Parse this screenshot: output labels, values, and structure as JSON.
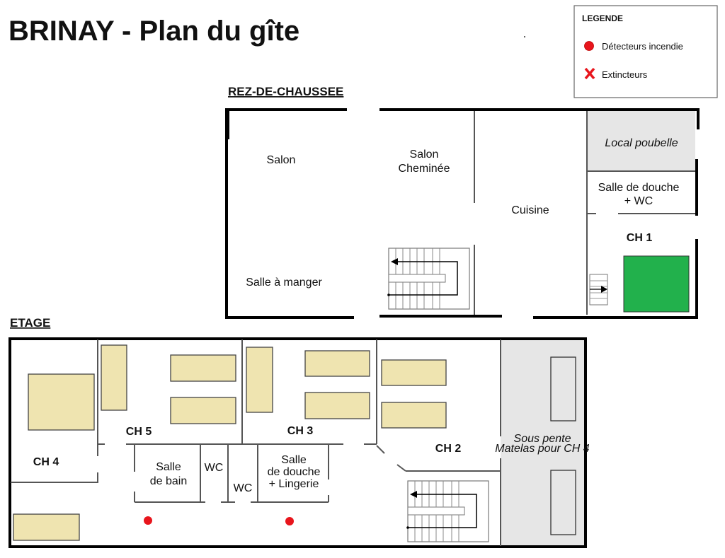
{
  "title": "BRINAY - Plan du gîte",
  "legend": {
    "heading": "LEGENDE",
    "items": [
      {
        "icon": "red-circle",
        "label": "Détecteurs incendie",
        "color": "#e8151c"
      },
      {
        "icon": "red-cross",
        "label": "Extincteurs",
        "color": "#e8151c"
      }
    ]
  },
  "ground_floor": {
    "heading": "REZ-DE-CHAUSSEE",
    "rooms": {
      "salon": "Salon",
      "salon_cheminee_1": "Salon",
      "salon_cheminee_2": "Cheminée",
      "cuisine": "Cuisine",
      "local_poubelle": "Local poubelle",
      "douche_1": "Salle de douche",
      "douche_2": "+ WC",
      "ch1": "CH 1",
      "salle_manger": "Salle à manger"
    }
  },
  "upper_floor": {
    "heading": "ETAGE",
    "rooms": {
      "ch2": "CH 2",
      "ch3": "CH 3",
      "ch4": "CH 4",
      "ch5": "CH 5",
      "bain_1": "Salle",
      "bain_2": "de bain",
      "wc_a": "WC",
      "wc_b": "WC",
      "douche_1": "Salle",
      "douche_2": "de douche",
      "douche_3": "+ Lingerie",
      "sous_pente_1": "Sous pente",
      "sous_pente_2": "Matelas pour CH 4"
    }
  },
  "colors": {
    "bed": "#efe4b0",
    "ch1_bed": "#22b14c",
    "storage": "#e6e6e6",
    "detector": "#e8151c"
  }
}
